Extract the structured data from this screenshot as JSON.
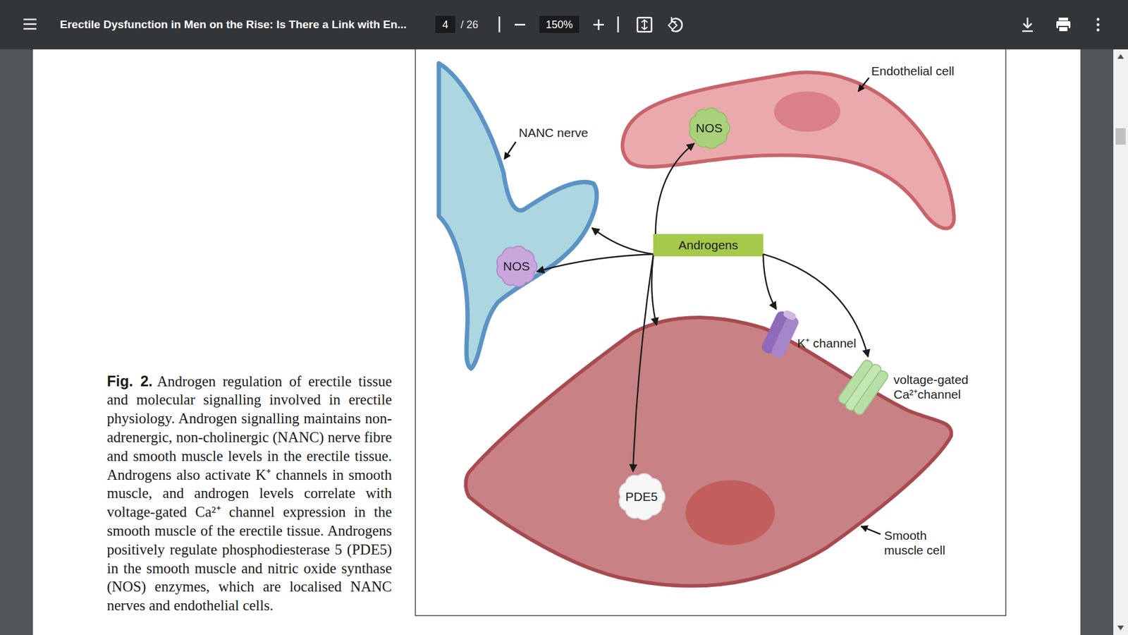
{
  "diagram": {
    "title": "Erectile Dysfunction in Men on the Rise: Is There a Link with En...",
    "caption": "Androgen regulation of erectile tissue and molecular signalling involved in erectile physiology. Androgen signalling maintains non-adrenergic, non-cholinergic (NANC) nerve fibre and smooth muscle levels in the erectile tissue. Androgens also activate K⁺ channels in smooth muscle, and androgen levels correlate with voltage-gated Ca²⁺ channel expression in the smooth muscle of the erectile tissue. Androgens positively regulate phosphodiesterase 5 (PDE5) in the smooth muscle and nitric oxide synthase (NOS) enzymes, which are localised NANC nerves and endothelial cells.",
    "nodes": [
      {
        "text": [
          "NANC nerve"
        ]
      },
      {
        "text": [
          "NOS"
        ],
        "in": 0
      },
      {
        "text": [
          "Endothelial cell"
        ]
      },
      {
        "text": [
          "NOS"
        ],
        "in": 2
      },
      {
        "text": [
          "Androgens"
        ]
      },
      {
        "text": [
          "Smooth muscle cell"
        ]
      },
      {
        "text": [
          "K⁺ channel"
        ],
        "in": 5
      },
      {
        "text": [
          "voltage-gated Ca²⁺channel"
        ],
        "in": 5
      },
      {
        "text": [
          "PDE5"
        ],
        "in": 5
      }
    ],
    "edges": [
      {
        "from": 4,
        "to": 0,
        "arrow": "to"
      },
      {
        "from": 4,
        "to": 1,
        "arrow": "to"
      },
      {
        "from": 4,
        "to": 3,
        "arrow": "to"
      },
      {
        "from": 4,
        "to": 5,
        "arrow": "to"
      },
      {
        "from": 4,
        "to": 8,
        "arrow": "to"
      },
      {
        "from": 4,
        "to": 6,
        "arrow": "to"
      },
      {
        "from": 4,
        "to": 7,
        "arrow": "to"
      }
    ],
    "labels": [
      "4",
      "/ 26",
      "150%",
      "Fig. 2."
    ]
  }
}
